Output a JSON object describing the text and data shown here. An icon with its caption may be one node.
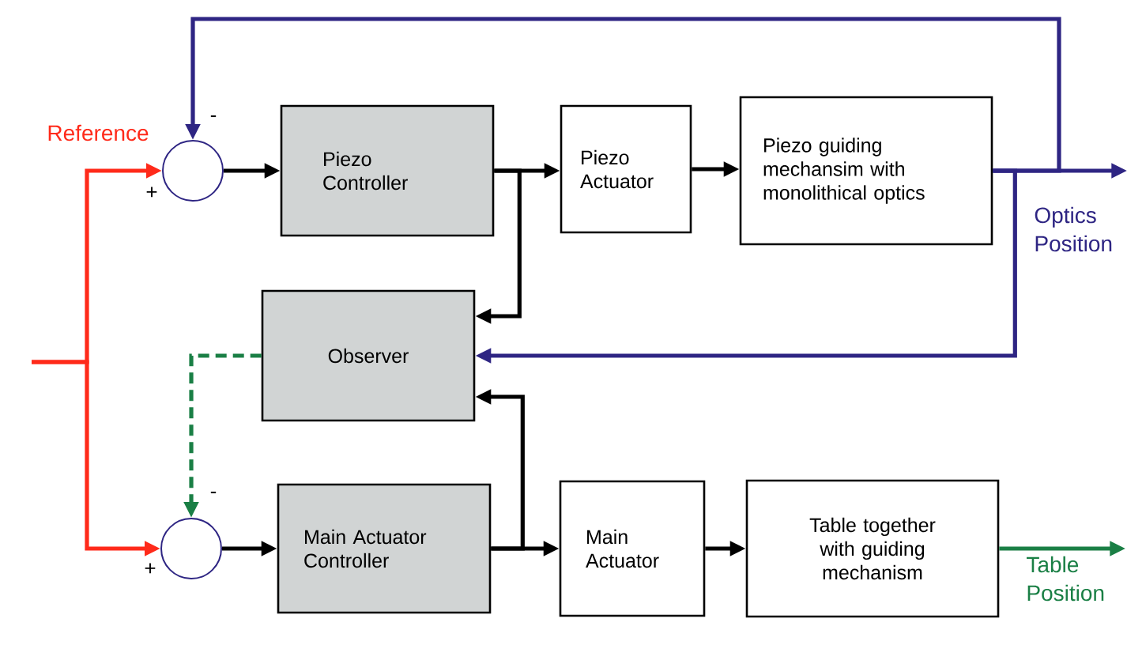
{
  "diagram": {
    "nodes": [
      {
        "text": [],
        "shape": "circle"
      },
      {
        "text": [
          "Piezo Controller"
        ]
      },
      {
        "text": [
          "Piezo Actuator"
        ]
      },
      {
        "text": [
          "Piezo guiding mechansim with monolithical optics"
        ]
      },
      {
        "text": [
          "Observer"
        ]
      },
      {
        "text": [],
        "shape": "circle"
      },
      {
        "text": [
          "Main Actuator Controller"
        ]
      },
      {
        "text": [
          "Main Actuator"
        ]
      },
      {
        "text": [
          "Table together with guiding mechanism"
        ]
      }
    ],
    "edges": [
      {
        "from": null,
        "to": 0,
        "arrow": "to",
        "color": "#ff2a1a"
      },
      {
        "from": null,
        "to": 5,
        "arrow": "to",
        "color": "#ff2a1a"
      },
      {
        "from": 0,
        "to": 1,
        "arrow": "to"
      },
      {
        "from": 1,
        "to": 2,
        "arrow": "to"
      },
      {
        "from": 1,
        "to": 4,
        "arrow": "to"
      },
      {
        "from": 2,
        "to": 3,
        "arrow": "to"
      },
      {
        "from": 3,
        "to": null,
        "arrow": "to",
        "color": "#2e2583",
        "label": "Optics Position"
      },
      {
        "from": 3,
        "to": 0,
        "arrow": "to",
        "color": "#2e2583"
      },
      {
        "from": 3,
        "to": 4,
        "arrow": "to",
        "color": "#2e2583"
      },
      {
        "from": 4,
        "to": 5,
        "arrow": "to",
        "style": "dashed",
        "color": "#1a7f45"
      },
      {
        "from": 5,
        "to": 6,
        "arrow": "to"
      },
      {
        "from": 6,
        "to": 7,
        "arrow": "to"
      },
      {
        "from": 6,
        "to": 4,
        "arrow": "to"
      },
      {
        "from": 7,
        "to": 8,
        "arrow": "to"
      },
      {
        "from": 8,
        "to": null,
        "arrow": "to",
        "color": "#1a7f45",
        "label": "Table Position"
      }
    ],
    "labels": [
      "-",
      "Reference",
      "+",
      "-",
      "+"
    ]
  }
}
